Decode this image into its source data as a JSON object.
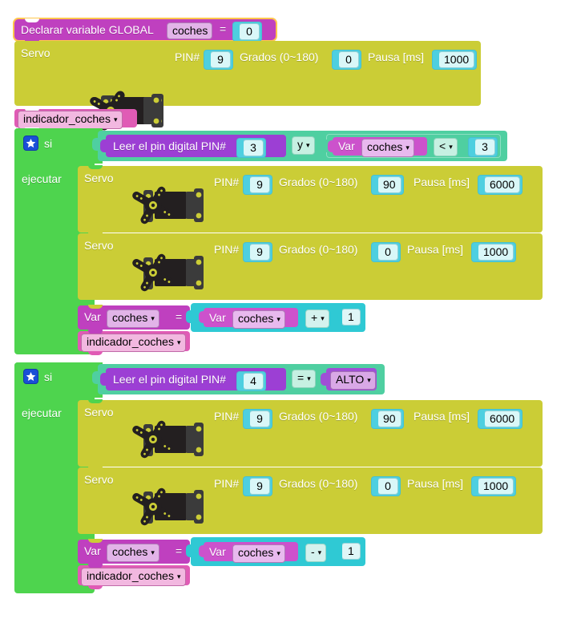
{
  "program": {
    "language": "es",
    "title": "Blockly programa contador de coches"
  },
  "colors": {
    "background": "#ffffff",
    "variable_purple": "#bf40bf",
    "servo_olive": "#cbcd36",
    "control_green": "#4ed44e",
    "logic_teal": "#4fcfa1",
    "input_violet": "#9c3fd4",
    "math_cyan": "#2fc9d4",
    "procedure_pink": "#e05bb5",
    "selection_highlight": "#ffc64d",
    "field_number_bg": "#d9f7f8",
    "field_dropdown_bg": "#e2b4e8",
    "mutator_icon_bg": "#1a4fd6"
  },
  "blocks": {
    "declare_global": {
      "label": "Declarar variable GLOBAL",
      "variable": "coches",
      "equals": "=",
      "value": "0",
      "selected": true
    },
    "servo_top": {
      "label": "Servo",
      "pin_label": "PIN#",
      "pin_value": "9",
      "degrees_label": "Grados (0~180)",
      "degrees_value": "0",
      "pause_label": "Pausa [ms]",
      "pause_value": "1000",
      "icon": "servo-motor-icon"
    },
    "call_indicador_1": {
      "name": "indicador_coches",
      "caret": "▾"
    },
    "if_block_1": {
      "mutator_icon": "star-icon",
      "if_label": "si",
      "do_label": "ejecutar",
      "condition": {
        "left": {
          "label": "Leer el pin digital PIN#",
          "pin_value": "3"
        },
        "operator": "y",
        "operator_caret": "▾",
        "right": {
          "var_label": "Var",
          "variable": "coches",
          "comparator": "<",
          "comparator_caret": "▾",
          "value": "3"
        }
      },
      "body": {
        "servo_a": {
          "label": "Servo",
          "pin_label": "PIN#",
          "pin_value": "9",
          "degrees_label": "Grados (0~180)",
          "degrees_value": "90",
          "pause_label": "Pausa [ms]",
          "pause_value": "6000",
          "icon": "servo-motor-icon"
        },
        "servo_b": {
          "label": "Servo",
          "pin_label": "PIN#",
          "pin_value": "9",
          "degrees_label": "Grados (0~180)",
          "degrees_value": "0",
          "pause_label": "Pausa [ms]",
          "pause_value": "1000",
          "icon": "servo-motor-icon"
        },
        "set_var": {
          "var_label": "Var",
          "variable": "coches",
          "equals": "=",
          "operand_var_label": "Var",
          "operand_variable": "coches",
          "operator": "+",
          "operator_caret": "▾",
          "operand_value": "1"
        },
        "call_indicador": {
          "name": "indicador_coches",
          "caret": "▾"
        }
      }
    },
    "if_block_2": {
      "mutator_icon": "star-icon",
      "if_label": "si",
      "do_label": "ejecutar",
      "condition": {
        "left": {
          "label": "Leer el pin digital PIN#",
          "pin_value": "4"
        },
        "comparator": "=",
        "comparator_caret": "▾",
        "right_value": "ALTO",
        "right_caret": "▾"
      },
      "body": {
        "servo_a": {
          "label": "Servo",
          "pin_label": "PIN#",
          "pin_value": "9",
          "degrees_label": "Grados (0~180)",
          "degrees_value": "90",
          "pause_label": "Pausa [ms]",
          "pause_value": "6000",
          "icon": "servo-motor-icon"
        },
        "servo_b": {
          "label": "Servo",
          "pin_label": "PIN#",
          "pin_value": "9",
          "degrees_label": "Grados (0~180)",
          "degrees_value": "0",
          "pause_label": "Pausa [ms]",
          "pause_value": "1000",
          "icon": "servo-motor-icon"
        },
        "set_var": {
          "var_label": "Var",
          "variable": "coches",
          "equals": "=",
          "operand_var_label": "Var",
          "operand_variable": "coches",
          "operator": "-",
          "operator_caret": "▾",
          "operand_value": "1"
        },
        "call_indicador": {
          "name": "indicador_coches",
          "caret": "▾"
        }
      }
    }
  }
}
